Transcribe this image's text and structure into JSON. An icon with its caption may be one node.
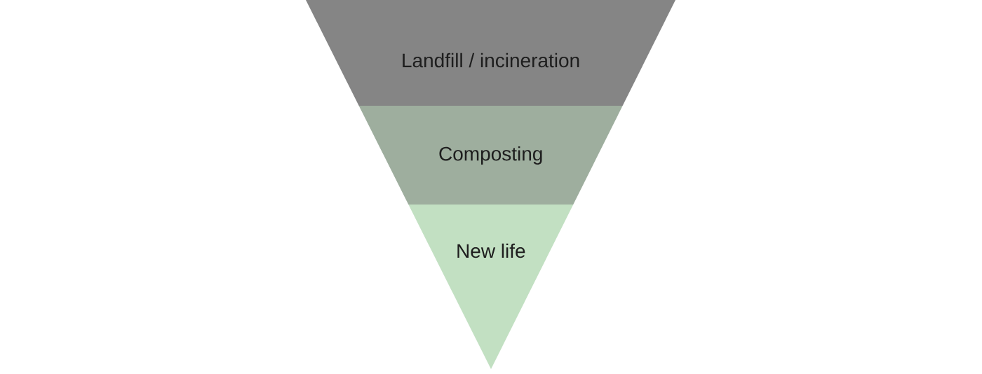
{
  "diagram": {
    "nodes": [
      {
        "text": [
          "Landfill / incineration"
        ]
      },
      {
        "text": [
          "Composting"
        ]
      },
      {
        "text": [
          "New life"
        ]
      }
    ]
  }
}
